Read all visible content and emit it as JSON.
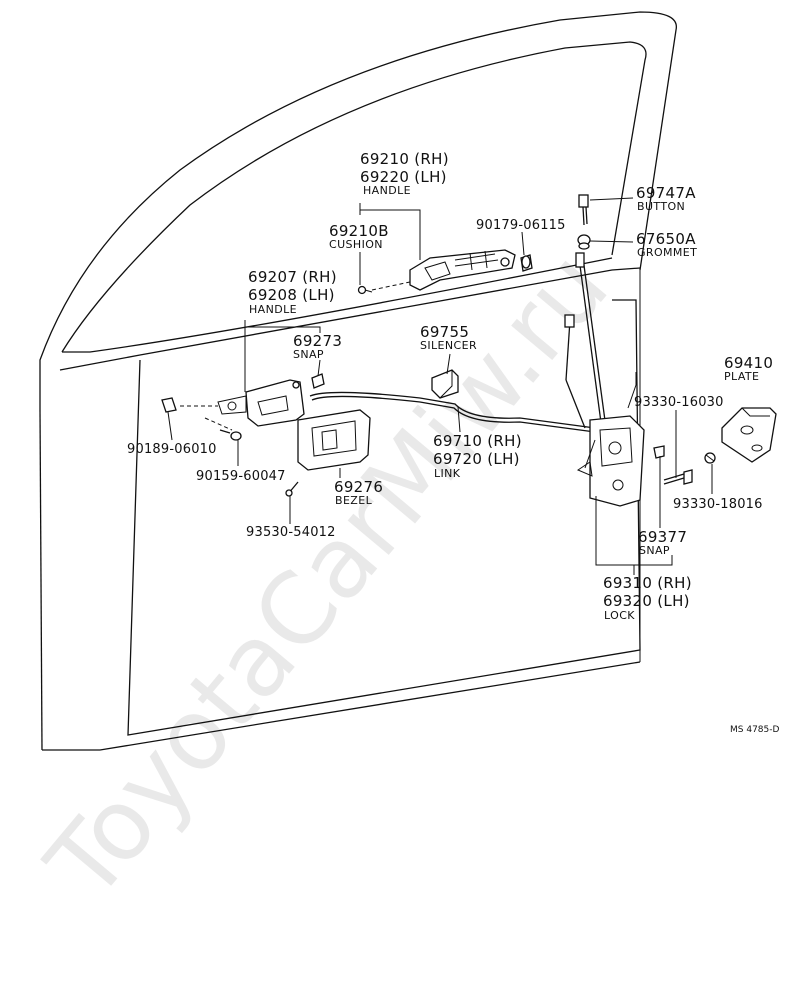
{
  "watermark": "ToyotaCarMiw.ru",
  "drawing_code": "MS 4785-D",
  "labels": {
    "handle_outer_rh": "69210 (RH)",
    "handle_outer_lh": "69220 (LH)",
    "handle_outer_name": "HANDLE",
    "cushion_pn": "69210B",
    "cushion_name": "CUSHION",
    "bolt_90179": "90179-06115",
    "button_pn": "69747A",
    "button_name": "BUTTON",
    "grommet_pn": "67650A",
    "grommet_name": "GROMMET",
    "handle_inner_rh": "69207 (RH)",
    "handle_inner_lh": "69208 (LH)",
    "handle_inner_name": "HANDLE",
    "snap_69273_pn": "69273",
    "snap_69273_name": "SNAP",
    "silencer_pn": "69755",
    "silencer_name": "SILENCER",
    "plate_pn": "69410",
    "plate_name": "PLATE",
    "screw_93330_16030": "93330-16030",
    "nut_90189": "90189-06010",
    "link_rh": "69710 (RH)",
    "link_lh": "69720 (LH)",
    "link_name": "LINK",
    "screw_93330_18016": "93330-18016",
    "screw_90159": "90159-60047",
    "bezel_pn": "69276",
    "bezel_name": "BEZEL",
    "snap_69377_pn": "69377",
    "snap_69377_name": "SNAP",
    "screw_93530": "93530-54012",
    "lock_rh": "69310 (RH)",
    "lock_lh": "69320 (LH)",
    "lock_name": "LOCK"
  }
}
